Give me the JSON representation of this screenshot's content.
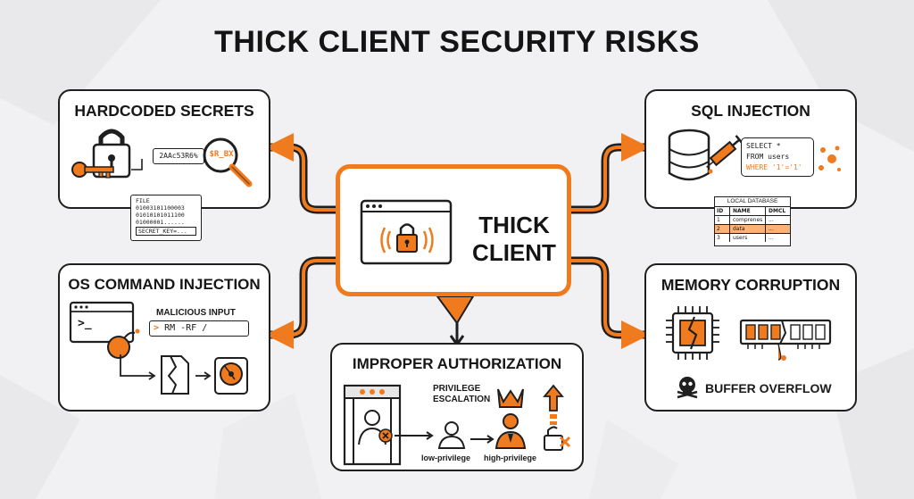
{
  "title": "THICK CLIENT SECURITY RISKS",
  "center": {
    "label_line1": "THICK",
    "label_line2": "CLIENT"
  },
  "hardcoded": {
    "title": "HARDCODED SECRETS",
    "snippet": "2AAc53R6%",
    "highlight": "$R_BX",
    "file_label": "FILE",
    "binary_lines": [
      "01003101100003",
      "01010101011100",
      "01000001......"
    ],
    "secret_key": "SECRET_KEY=..."
  },
  "sql": {
    "title": "SQL INJECTION",
    "query_lines": [
      "SELECT *",
      "FROM users",
      "WHERE '1'='1'"
    ],
    "db_title": "LOCAL DATABASE",
    "db_headers": [
      "ID",
      "NAME",
      "DMCL"
    ],
    "db_rows": [
      [
        "1",
        "comprenes",
        "..."
      ],
      [
        "2",
        "data",
        "..."
      ],
      [
        "3",
        "users",
        "..."
      ]
    ]
  },
  "os": {
    "title": "OS COMMAND INJECTION",
    "prompt": ">_",
    "input_label": "MALICIOUS INPUT",
    "input_value": "RM -RF /",
    "input_marker": ">"
  },
  "memory": {
    "title": "MEMORY CORRUPTION",
    "overflow_label": "BUFFER OVERFLOW"
  },
  "auth": {
    "title": "IMPROPER AUTHORIZATION",
    "escalation_line1": "PRIVILEGE",
    "escalation_line2": "ESCALATION",
    "low_label": "low-privilege",
    "high_label": "high-privilege"
  },
  "colors": {
    "accent": "#f07a1e",
    "accent_light": "#f8b27a",
    "ink": "#1f1f1f",
    "card_bg": "#ffffff",
    "page_bg": "#f1f1f3"
  }
}
